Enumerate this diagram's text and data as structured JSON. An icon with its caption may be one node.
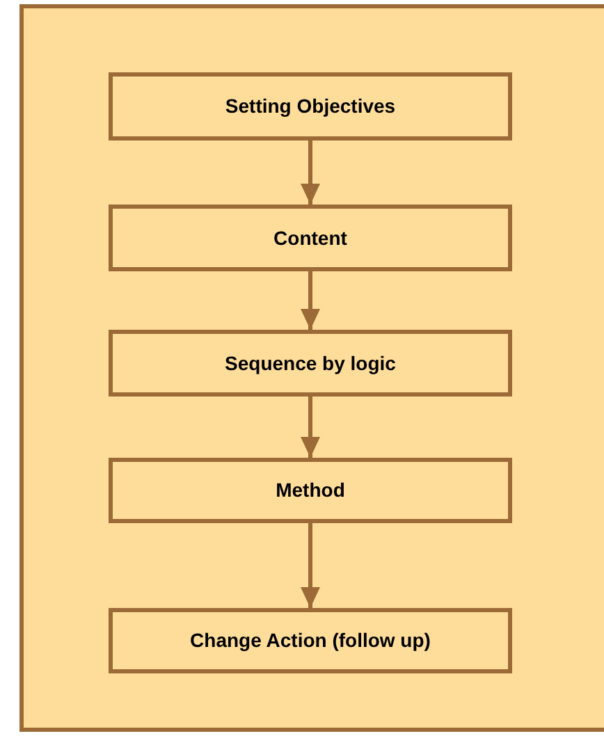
{
  "diagram": {
    "nodes": [
      {
        "text": [
          "Setting Objectives"
        ]
      },
      {
        "text": [
          "Content"
        ]
      },
      {
        "text": [
          "Sequence by logic"
        ]
      },
      {
        "text": [
          "Method"
        ]
      },
      {
        "text": [
          "Change Action (follow up)"
        ]
      }
    ],
    "edges": [
      {
        "from": 0,
        "to": 1,
        "arrow": "to"
      },
      {
        "from": 1,
        "to": 2,
        "arrow": "to"
      },
      {
        "from": 2,
        "to": 3,
        "arrow": "to"
      },
      {
        "from": 3,
        "to": 4,
        "arrow": "to"
      }
    ]
  }
}
